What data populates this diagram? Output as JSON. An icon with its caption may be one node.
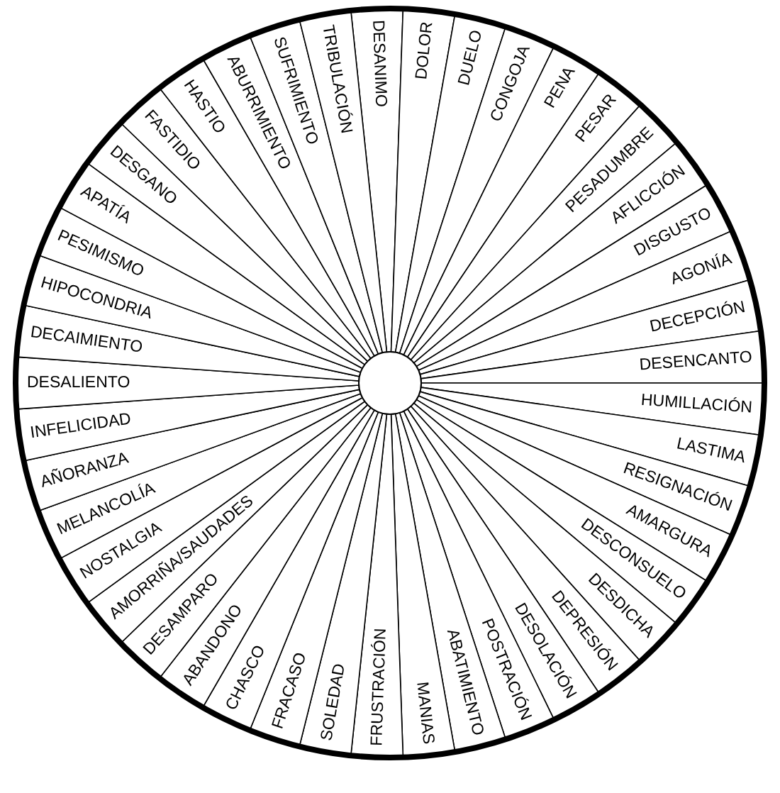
{
  "diagram": {
    "nodes": [
      {
        "text": [
          "DESANIMO"
        ]
      },
      {
        "text": [
          "DOLOR"
        ]
      },
      {
        "text": [
          "DUELO"
        ]
      },
      {
        "text": [
          "CONGOJA"
        ]
      },
      {
        "text": [
          "PENA"
        ]
      },
      {
        "text": [
          "PESAR"
        ]
      },
      {
        "text": [
          "PESADUMBRE"
        ]
      },
      {
        "text": [
          "AFLICCIÓN"
        ]
      },
      {
        "text": [
          "DISGUSTO"
        ]
      },
      {
        "text": [
          "AGONÍA"
        ]
      },
      {
        "text": [
          "DECEPCIÓN"
        ]
      },
      {
        "text": [
          "DESENCANTO"
        ]
      },
      {
        "text": [
          "HUMILLACIÓN"
        ]
      },
      {
        "text": [
          "LASTIMA"
        ]
      },
      {
        "text": [
          "RESIGNACIÓN"
        ]
      },
      {
        "text": [
          "AMARGURA"
        ]
      },
      {
        "text": [
          "DESCONSUELO"
        ]
      },
      {
        "text": [
          "DESDICHA"
        ]
      },
      {
        "text": [
          "DEPRESIÓN"
        ]
      },
      {
        "text": [
          "DESOLACIÓN"
        ]
      },
      {
        "text": [
          "POSTRACIÓN"
        ]
      },
      {
        "text": [
          "ABATIMIENTO"
        ]
      },
      {
        "text": [
          "MANIAS"
        ]
      },
      {
        "text": [
          "FRUSTRACIÓN"
        ]
      },
      {
        "text": [
          "SOLEDAD"
        ]
      },
      {
        "text": [
          "FRACASO"
        ]
      },
      {
        "text": [
          "CHASCO"
        ]
      },
      {
        "text": [
          "ABANDONO"
        ]
      },
      {
        "text": [
          "DESAMPARO"
        ]
      },
      {
        "text": [
          "AMORRIÑA/SAUDADES"
        ]
      },
      {
        "text": [
          "NOSTALGIA"
        ]
      },
      {
        "text": [
          "MELANCOLÍA"
        ]
      },
      {
        "text": [
          "AÑORANZA"
        ]
      },
      {
        "text": [
          "INFELICIDAD"
        ]
      },
      {
        "text": [
          "DESALIENTO"
        ]
      },
      {
        "text": [
          "DECAIMIENTO"
        ]
      },
      {
        "text": [
          "HIPOCONDRIA"
        ]
      },
      {
        "text": [
          "PESIMISMO"
        ]
      },
      {
        "text": [
          "APATÍA"
        ]
      },
      {
        "text": [
          "DESGANO"
        ]
      },
      {
        "text": [
          "FASTIDIO"
        ]
      },
      {
        "text": [
          "HASTIO"
        ]
      },
      {
        "text": [
          "ABURRIMIENTO"
        ]
      },
      {
        "text": [
          "SUFRIMIENTO"
        ]
      },
      {
        "text": [
          "TRIBULACIÓN"
        ]
      }
    ]
  }
}
